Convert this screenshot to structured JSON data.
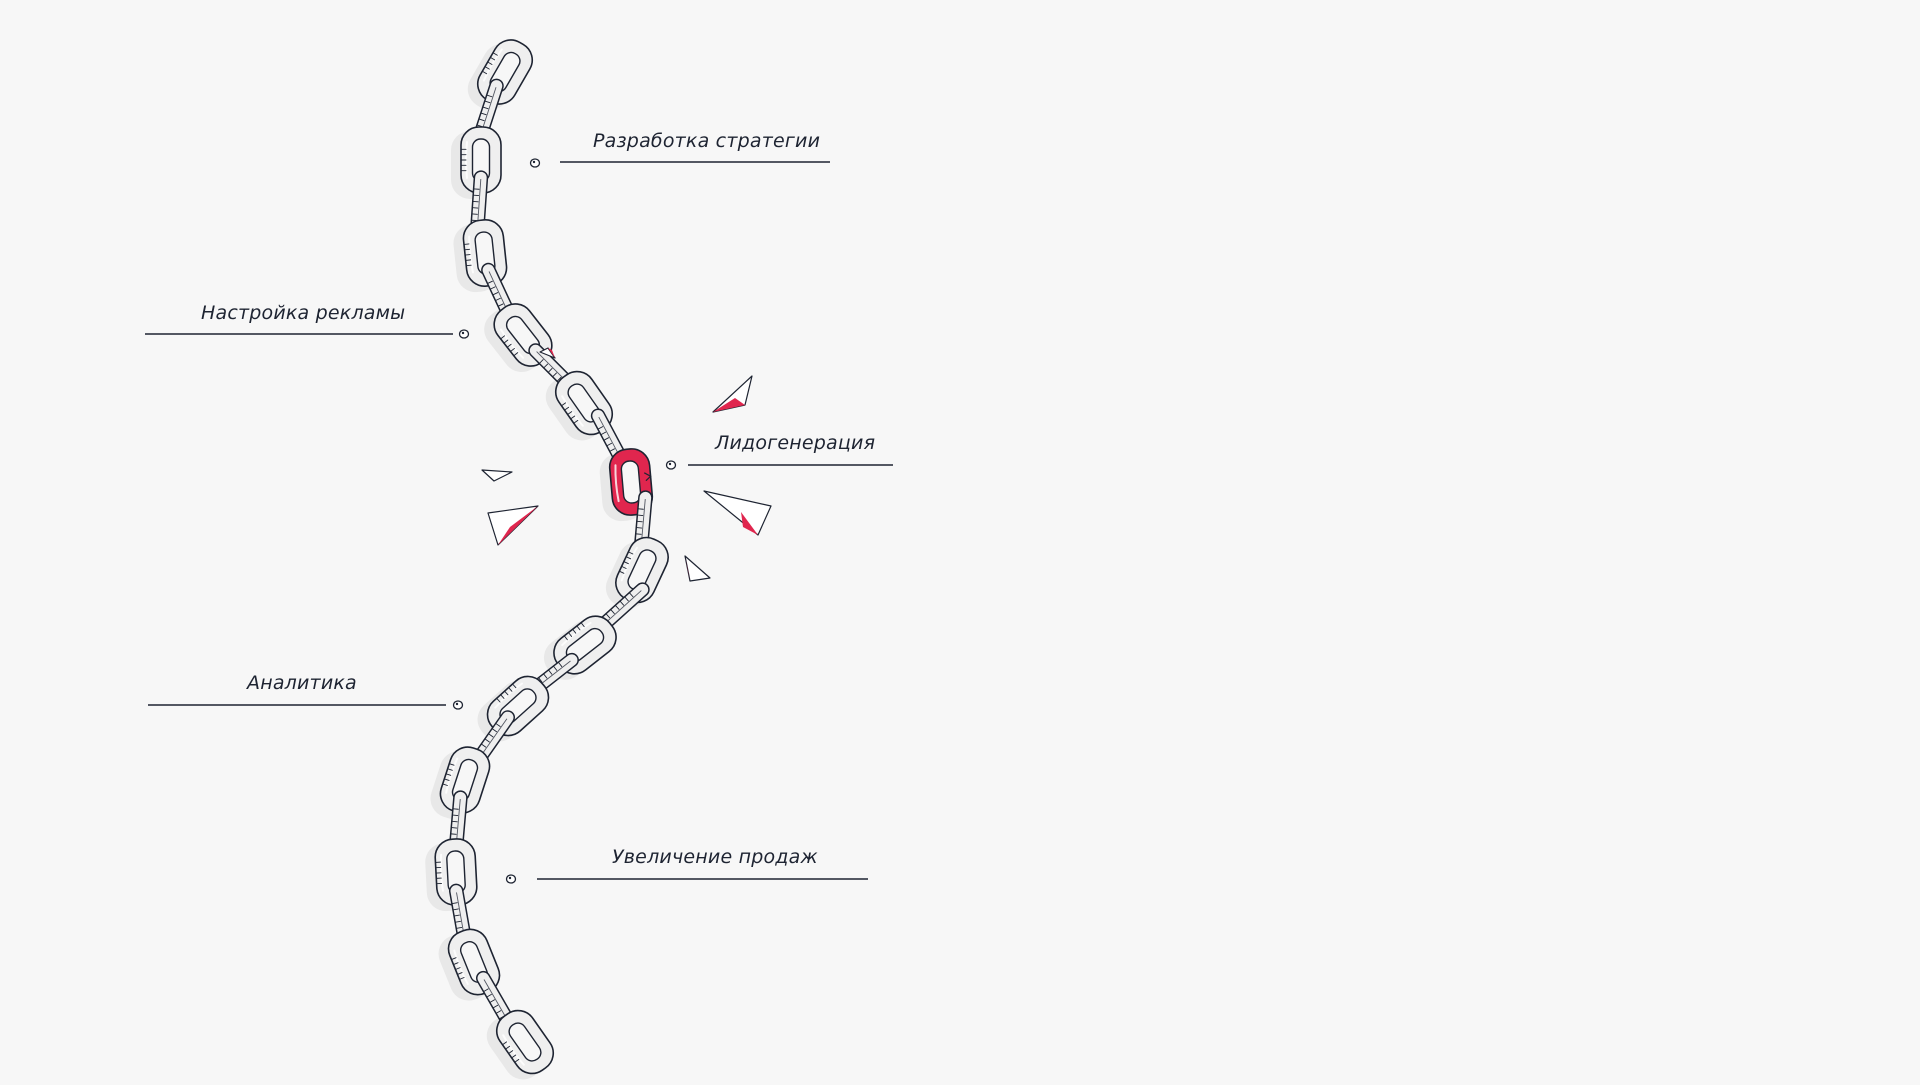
{
  "stages": [
    {
      "label": "Разработка стратегии",
      "broken": false
    },
    {
      "label": "Настройка рекламы",
      "broken": false
    },
    {
      "label": "Лидогенерация",
      "broken": true
    },
    {
      "label": "Аналитика",
      "broken": false
    },
    {
      "label": "Увеличение продаж",
      "broken": false
    }
  ],
  "colors": {
    "background": "#f7f7f7",
    "ink": "#1e2432",
    "link_fill": "#efefef",
    "accent": "#e0264e"
  },
  "icons": {
    "chain": "chain-link-icon",
    "broken_link": "broken-chain-link-icon",
    "shard": "chain-shard-icon"
  }
}
